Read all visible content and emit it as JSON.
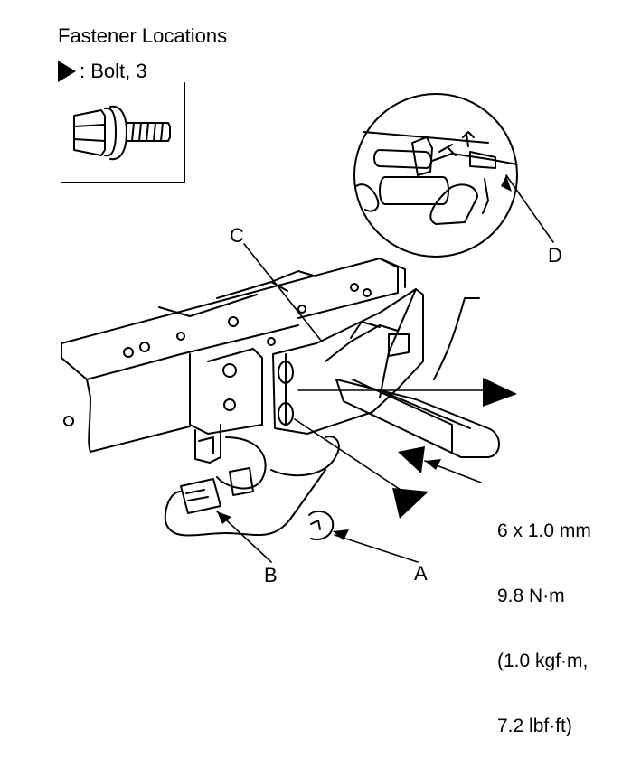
{
  "title": "Fastener Locations",
  "legend": {
    "icon": "bolt-triangle-icon",
    "label": ": Bolt, 3"
  },
  "callouts": {
    "a": "A",
    "b": "B",
    "c": "C",
    "d": "D"
  },
  "spec": {
    "line1": "6 x 1.0 mm",
    "line2": "9.8 N·m",
    "line3": "(1.0 kgf·m,",
    "line4": "7.2 lbf·ft)"
  }
}
